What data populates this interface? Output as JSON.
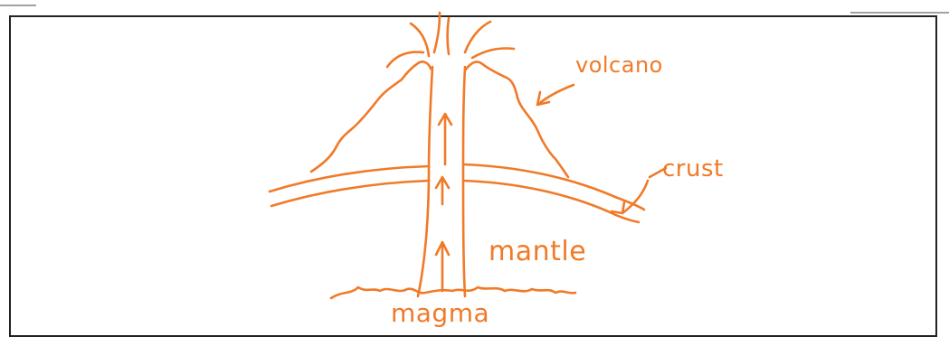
{
  "labels": {
    "volcano": "volcano",
    "crust": "crust",
    "mantle": "mantle",
    "magma": "magma"
  },
  "colors": {
    "ink": "#f07a28",
    "frame": "#222222",
    "background": "#ffffff"
  }
}
